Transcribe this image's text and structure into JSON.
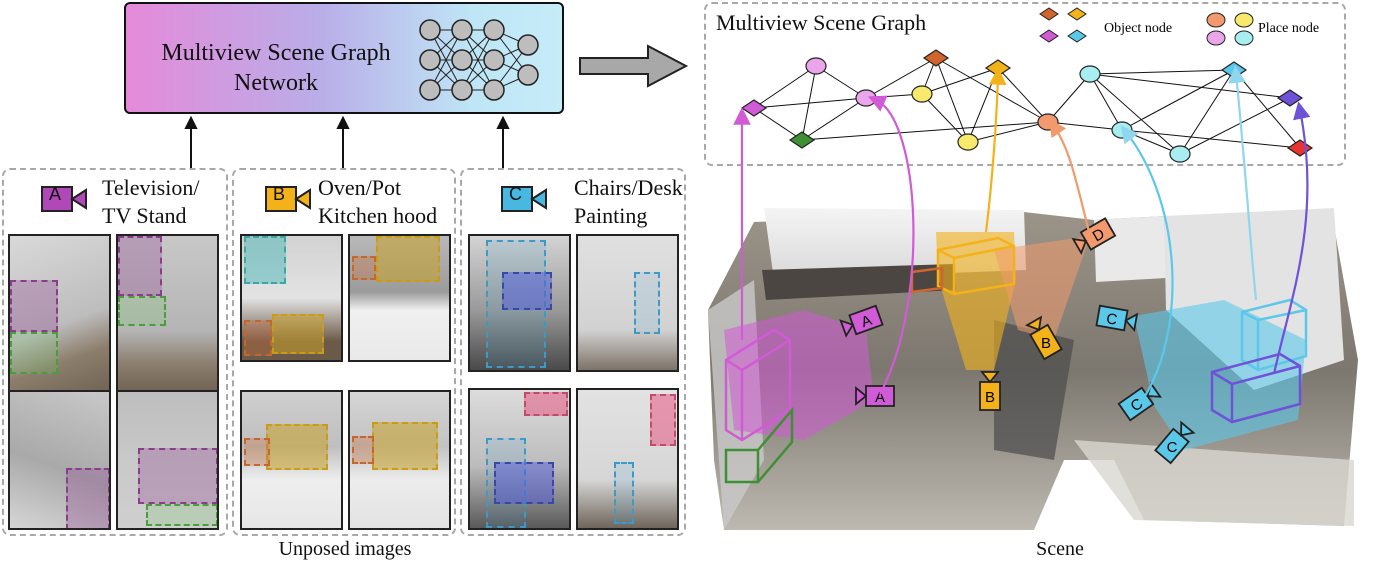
{
  "network": {
    "title_line1": "Multiview Scene Graph",
    "title_line2": "Network"
  },
  "groups": [
    {
      "camera": "A",
      "label_line1": "Television/",
      "label_line2": "TV Stand",
      "color": "#b048b8"
    },
    {
      "camera": "B",
      "label_line1": "Oven/Pot",
      "label_line2": "Kitchen hood",
      "color": "#f4b21a"
    },
    {
      "camera": "C",
      "label_line1": "Chairs/Desk",
      "label_line2": "Painting",
      "color": "#48b8e0"
    }
  ],
  "captions": {
    "images": "Unposed images",
    "scene": "Scene"
  },
  "graph": {
    "title": "Multiview Scene Graph",
    "legend": {
      "object": "Object node",
      "place": "Place node"
    }
  },
  "scene_cameras": [
    "A",
    "A",
    "B",
    "B",
    "D",
    "C",
    "C",
    "C"
  ],
  "colors": {
    "magenta": "#d15ad6",
    "orange": "#f4b21a",
    "cyan": "#5bc8ea",
    "salmon": "#f29a6d",
    "purple": "#6e52d8",
    "green": "#3f8f34",
    "red": "#e8342f"
  }
}
